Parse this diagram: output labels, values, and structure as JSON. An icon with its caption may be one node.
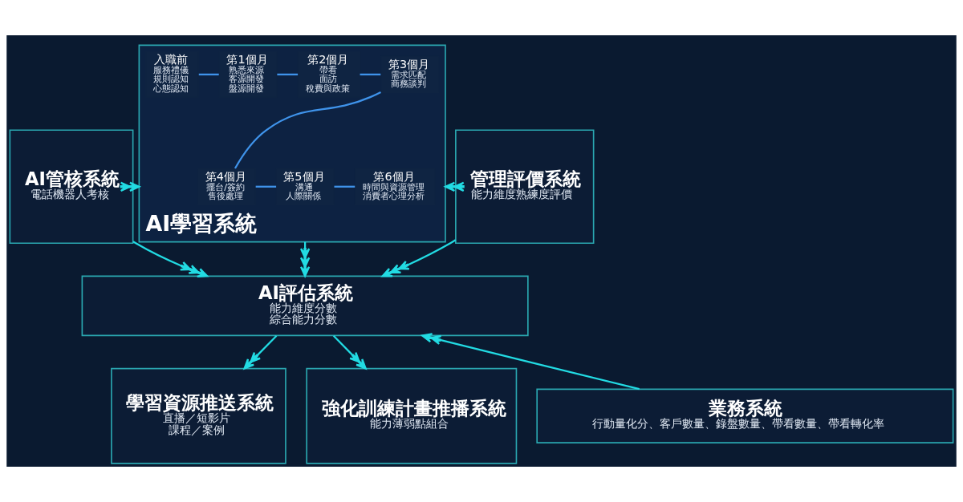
{
  "diagram": {
    "nodes": [
      {
        "text": [
          "AI管核系統",
          "電話機器人考核"
        ]
      },
      {
        "text": [
          "AI學習系統"
        ]
      },
      {
        "text": [
          "入職前",
          "服務禮儀",
          "規則認知",
          "心態認知"
        ],
        "in": 1
      },
      {
        "text": [
          "第1個月",
          "熟悉來源",
          "客源開發",
          "盤源開發"
        ],
        "in": 1
      },
      {
        "text": [
          "第2個月",
          "帶看",
          "面訪",
          "稅費與政策"
        ],
        "in": 1
      },
      {
        "text": [
          "第3個月",
          "需求匹配",
          "商務談判"
        ],
        "in": 1
      },
      {
        "text": [
          "第4個月",
          "擺台/簽約",
          "售後處理"
        ],
        "in": 1
      },
      {
        "text": [
          "第5個月",
          "溝通",
          "人際關係"
        ],
        "in": 1
      },
      {
        "text": [
          "第6個月",
          "時間與資源管理",
          "消費者心理分析"
        ],
        "in": 1
      },
      {
        "text": [
          "管理評價系統",
          "能力維度熟練度評價"
        ]
      },
      {
        "text": [
          "學習資源推送系統",
          "直播／短影片",
          "課程／案例"
        ]
      },
      {
        "text": [
          "AI評估系統",
          "能力維度分數",
          "綜合能力分數"
        ]
      },
      {
        "text": [
          "強化訓練計畫推播系統",
          "能力薄弱點組合"
        ]
      },
      {
        "text": [
          "業務系統",
          "行動量化分、客戶數量、錄盤數量、帶看數量、帶看轉化率"
        ]
      }
    ],
    "edges": [
      {
        "from": 0,
        "to": 1,
        "arrow": "to"
      },
      {
        "from": 9,
        "to": 1,
        "arrow": "to"
      },
      {
        "from": 0,
        "to": 11,
        "arrow": "to"
      },
      {
        "from": 1,
        "to": 11,
        "arrow": "to"
      },
      {
        "from": 9,
        "to": 11,
        "arrow": "to"
      },
      {
        "from": 11,
        "to": 10,
        "arrow": "to"
      },
      {
        "from": 11,
        "to": 12,
        "arrow": "to"
      },
      {
        "from": 13,
        "to": 11,
        "arrow": "to"
      },
      {
        "from": 2,
        "to": 3,
        "arrow": "none",
        "color": "#3f93ea"
      },
      {
        "from": 3,
        "to": 4,
        "arrow": "none",
        "color": "#3f93ea"
      },
      {
        "from": 4,
        "to": 5,
        "arrow": "none",
        "color": "#3f93ea"
      },
      {
        "from": 5,
        "to": 6,
        "arrow": "none",
        "color": "#3f93ea"
      },
      {
        "from": 6,
        "to": 7,
        "arrow": "none",
        "color": "#3f93ea"
      },
      {
        "from": 7,
        "to": 8,
        "arrow": "none",
        "color": "#3f93ea"
      }
    ]
  }
}
